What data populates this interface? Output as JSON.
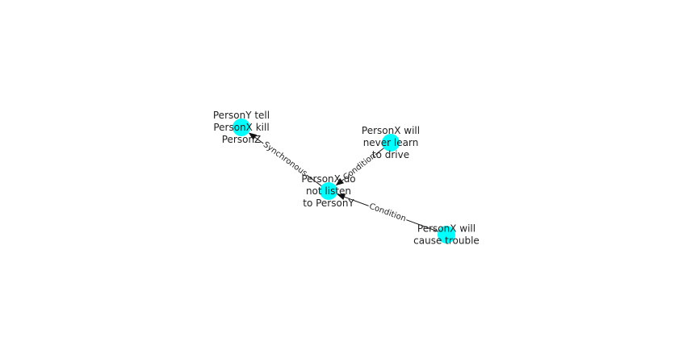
{
  "graph": {
    "node_color": "#00ffff",
    "edge_color": "#111111",
    "nodes": [
      {
        "id": "center",
        "label_lines": [
          "PersonX do",
          "not listen",
          "to PersonY"
        ]
      },
      {
        "id": "tell",
        "label_lines": [
          "PersonY tell",
          "PersonX kill",
          "PersonZ"
        ]
      },
      {
        "id": "drive",
        "label_lines": [
          "PersonX will",
          "never learn",
          "to drive"
        ]
      },
      {
        "id": "trouble",
        "label_lines": [
          "PersonX will",
          "cause trouble"
        ]
      }
    ],
    "edges": [
      {
        "from": "center",
        "to": "tell",
        "label": "Synchronous"
      },
      {
        "from": "drive",
        "to": "center",
        "label": "Condition"
      },
      {
        "from": "trouble",
        "to": "center",
        "label": "Condition"
      }
    ]
  }
}
